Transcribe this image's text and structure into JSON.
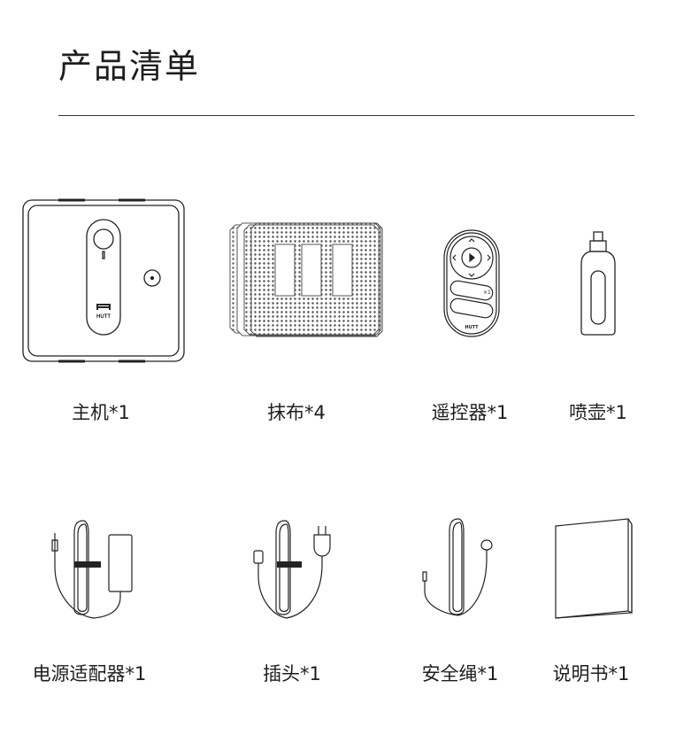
{
  "header": {
    "title": "产品清单"
  },
  "brand": {
    "logo_text": "HUTT"
  },
  "items": [
    {
      "label": "主机*1",
      "icon": "robot-icon"
    },
    {
      "label": "抹布*4",
      "icon": "cloth-icon"
    },
    {
      "label": "遥控器*1",
      "icon": "remote-icon"
    },
    {
      "label": "喷壶*1",
      "icon": "spray-bottle-icon"
    },
    {
      "label": "电源适配器*1",
      "icon": "power-adapter-icon"
    },
    {
      "label": "插头*1",
      "icon": "plug-icon"
    },
    {
      "label": "安全绳*1",
      "icon": "safety-rope-icon"
    },
    {
      "label": "说明书*1",
      "icon": "manual-icon"
    }
  ],
  "remote": {
    "speed_label": "×1"
  }
}
